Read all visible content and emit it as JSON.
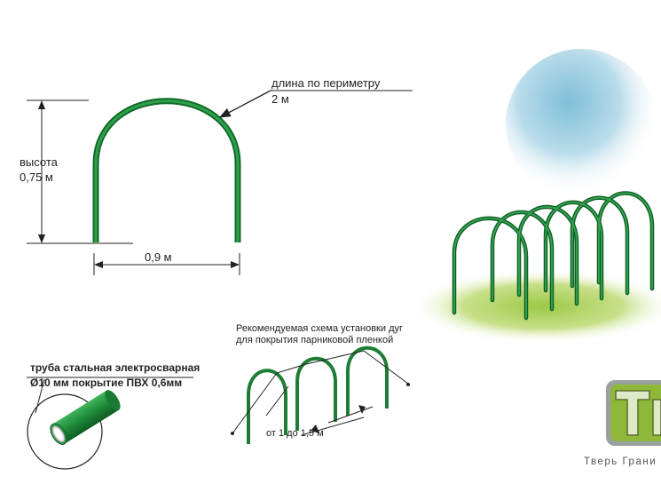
{
  "arc_diagram": {
    "perimeter_label": "длина по периметру",
    "perimeter_value": "2 м",
    "height_label": "высота",
    "height_value": "0,75 м",
    "width_value": "0,9 м"
  },
  "pipe": {
    "line1": "труба стальная электросварная",
    "line2": "Ø10 мм покрытие ПВХ 0,6мм"
  },
  "scheme": {
    "title_line1": "Рекомендуемая схема установки дуг",
    "title_line2": "для покрытия парниковой пленкой",
    "spacing_label": "от 1 до 1,5 м"
  },
  "brand": {
    "text": "Тверь Грани"
  },
  "colors": {
    "arc_green": "#1f8a3a",
    "arc_dark": "#0f5c24",
    "grass": "#b5d46a",
    "sky": "#8ec9dc",
    "logo_green": "#8fb83a",
    "logo_gray": "#8a8a8a"
  }
}
